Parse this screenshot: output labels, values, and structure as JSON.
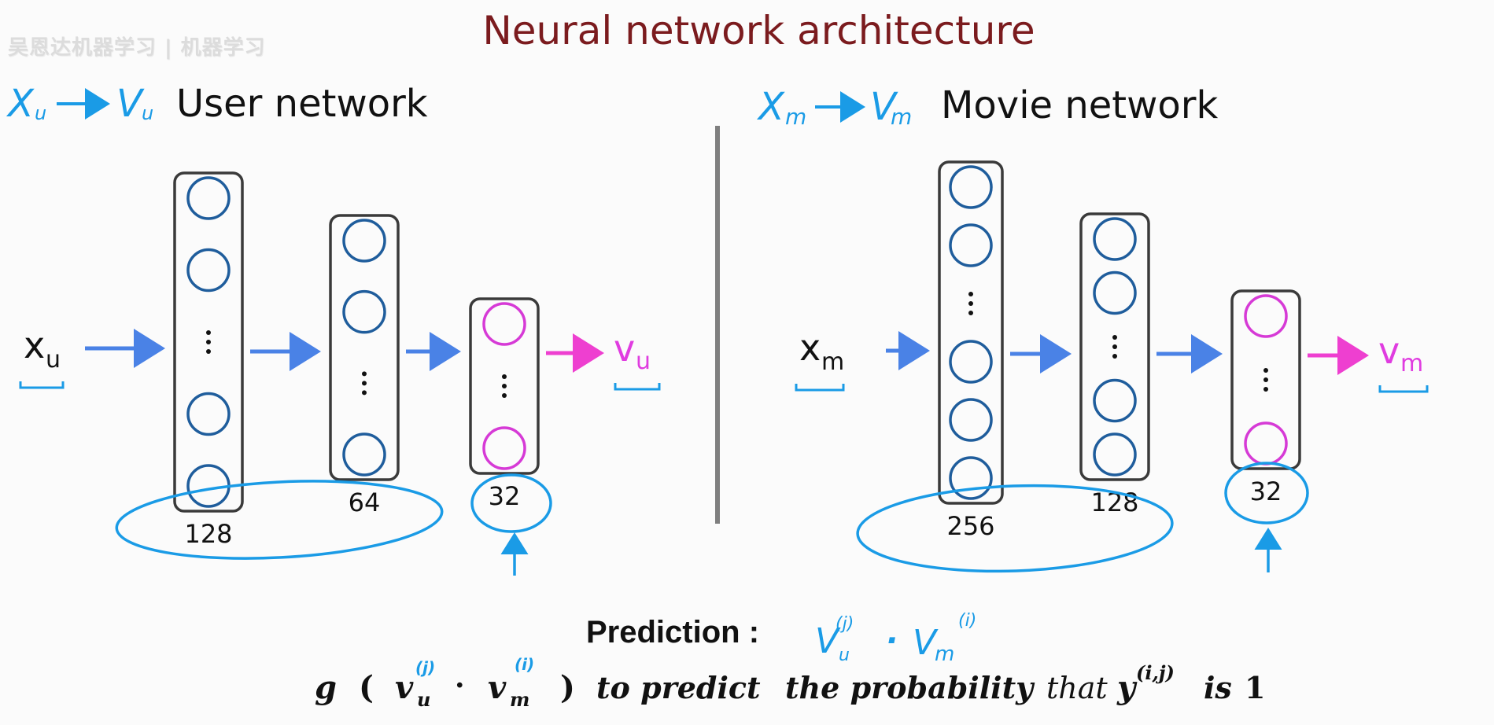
{
  "watermark": "吴恩达机器学习 | 机器学习",
  "slide_title": "Neural network architecture",
  "user_network": {
    "title": "User network",
    "annotation": {
      "from": "X",
      "from_sub": "u",
      "to": "V",
      "to_sub": "u"
    },
    "input": {
      "base": "x",
      "sub": "u"
    },
    "output": {
      "base": "v",
      "sub": "u"
    },
    "layers": [
      {
        "units": "128",
        "node_color": "#1f5d9c",
        "nodes": [
          "circle",
          "circle",
          "dots",
          "circle",
          "circle"
        ]
      },
      {
        "units": "64",
        "node_color": "#1f5d9c",
        "nodes": [
          "circle",
          "circle",
          "dots",
          "circle"
        ]
      },
      {
        "units": "32",
        "node_color": "#d63ad6",
        "nodes": [
          "circle",
          "dots",
          "circle"
        ]
      }
    ]
  },
  "movie_network": {
    "title": "Movie network",
    "annotation": {
      "from": "X",
      "from_sub": "m",
      "to": "V",
      "to_sub": "m"
    },
    "input": {
      "base": "x",
      "sub": "m"
    },
    "output": {
      "base": "v",
      "sub": "m"
    },
    "layers": [
      {
        "units": "256",
        "node_color": "#1f5d9c",
        "nodes": [
          "circle",
          "circle",
          "dots",
          "circle",
          "circle",
          "circle"
        ]
      },
      {
        "units": "128",
        "node_color": "#1f5d9c",
        "nodes": [
          "circle",
          "circle",
          "dots",
          "circle",
          "circle"
        ]
      },
      {
        "units": "32",
        "node_color": "#d63ad6",
        "nodes": [
          "circle",
          "dots",
          "circle"
        ]
      }
    ]
  },
  "prediction": {
    "label": "Prediction :",
    "handwritten": {
      "v": "V",
      "sub_u": "u",
      "sup_j": "(j)",
      "dot": "·",
      "m_base": "V",
      "sub_m": "m",
      "sup_i": "(i)"
    }
  },
  "formula": {
    "g": "g",
    "open": "(",
    "v": "v",
    "v_sub": "u",
    "v_sup": "(j)",
    "dot": "·",
    "m": "v",
    "m_sub": "m",
    "m_sup": "(i)",
    "close": ")",
    "text_1": "to predict",
    "text_2": "the probability",
    "that": "that",
    "y": "y",
    "y_sup": "(i,j)",
    "is": "is",
    "one": "1"
  },
  "colors": {
    "title": "#7b1b1e",
    "hand_blue": "#1a9be6",
    "arrow_blue": "#4a82e6",
    "arrow_magenta": "#ee3fd0",
    "output_magenta": "#e03ce0",
    "node_blue": "#1f5d9c",
    "node_magenta": "#d63ad6",
    "divider": "#7f7f7f"
  },
  "icons": [
    "arrow-right-icon",
    "arrow-up-icon"
  ]
}
